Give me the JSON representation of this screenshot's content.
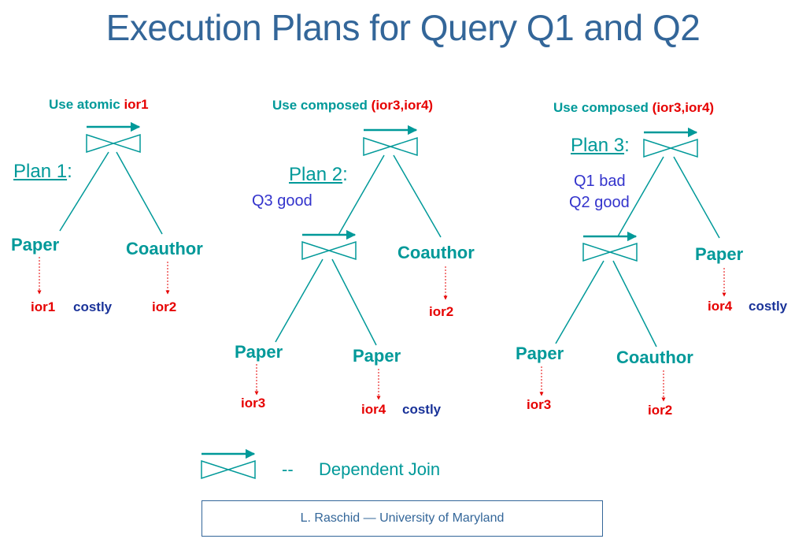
{
  "title": "Execution Plans for Query Q1 and Q2",
  "plan1": {
    "header_label": "Use atomic ",
    "header_ior": "ior1",
    "plan_label": "Plan 1",
    "left_node": "Paper",
    "right_node": "Coauthor",
    "left_ior": "ior1",
    "left_cost": "costly",
    "right_ior": "ior2"
  },
  "plan2": {
    "header_label": "Use composed ",
    "header_ior": "(ior3,ior4)",
    "plan_label": "Plan 2",
    "note": "Q3 good",
    "right_node": "Coauthor",
    "right_ior": "ior2",
    "inner_left_node": "Paper",
    "inner_right_node": "Paper",
    "inner_left_ior": "ior3",
    "inner_right_ior": "ior4",
    "inner_right_cost": "costly"
  },
  "plan3": {
    "header_label": "Use composed ",
    "header_ior": "(ior3,ior4)",
    "plan_label": "Plan 3",
    "note_line1": "Q1 bad",
    "note_line2": "Q2 good",
    "right_node": "Paper",
    "right_ior": "ior4",
    "right_cost": "costly",
    "inner_left_node": "Paper",
    "inner_right_node": "Coauthor",
    "inner_left_ior": "ior3",
    "inner_right_ior": "ior2"
  },
  "legend": {
    "dash": "--",
    "label": "Dependent Join"
  },
  "footer": "L. Raschid — University of Maryland",
  "colors": {
    "teal": "#009999",
    "red": "#e60000",
    "blue": "#3333cc",
    "navy": "#1a3399",
    "title": "#336699"
  }
}
